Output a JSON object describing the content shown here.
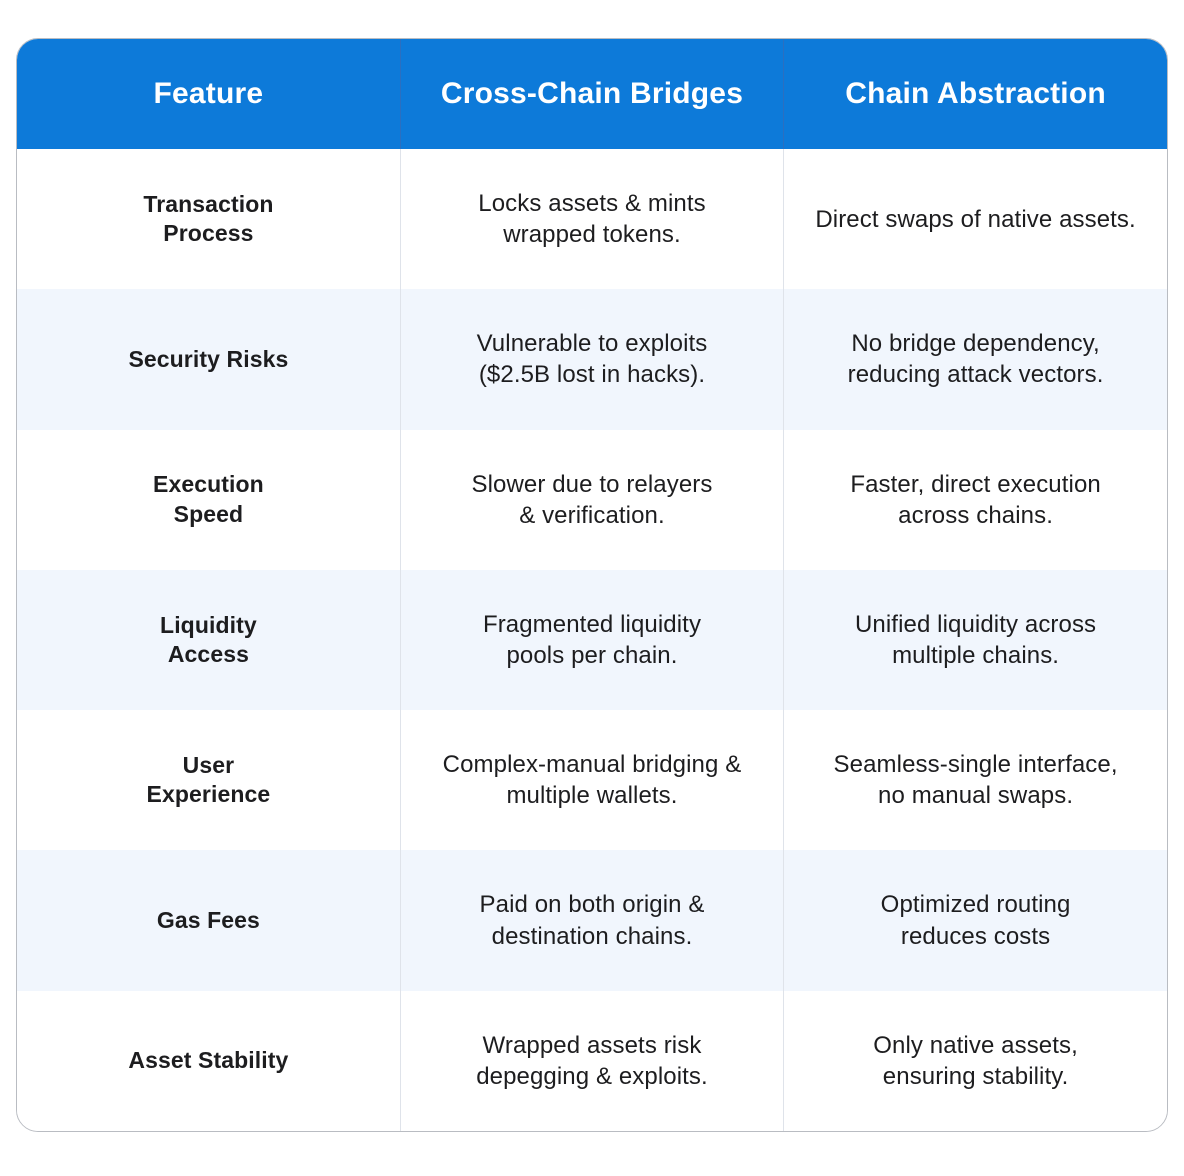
{
  "table": {
    "columns": [
      {
        "key": "feature",
        "label": "Feature"
      },
      {
        "key": "bridges",
        "label": "Cross-Chain Bridges"
      },
      {
        "key": "abstraction",
        "label": "Chain Abstraction"
      }
    ],
    "header": {
      "feature": "Feature",
      "bridges": "Cross-Chain Bridges",
      "abstraction": "Chain Abstraction"
    },
    "colors": {
      "header_background": "#0d7ad9",
      "header_text": "#ffffff",
      "row_background": "#ffffff",
      "row_alt_background": "#f1f6fd",
      "body_text": "#1d1d1f",
      "divider": "#dfe3ea",
      "card_border": "#b9bcc2"
    },
    "rows": [
      {
        "feature": "Transaction\nProcess",
        "bridges": "Locks assets & mints\nwrapped tokens.",
        "abstraction": "Direct swaps of native assets."
      },
      {
        "feature": "Security Risks",
        "bridges": "Vulnerable to exploits\n($2.5B lost in hacks).",
        "abstraction": "No bridge dependency,\nreducing attack vectors."
      },
      {
        "feature": "Execution\nSpeed",
        "bridges": "Slower due to relayers\n& verification.",
        "abstraction": "Faster, direct execution\nacross chains."
      },
      {
        "feature": "Liquidity\nAccess",
        "bridges": "Fragmented liquidity\npools per chain.",
        "abstraction": "Unified liquidity across\nmultiple chains."
      },
      {
        "feature": "User\nExperience",
        "bridges": "Complex-manual bridging &\nmultiple wallets.",
        "abstraction": "Seamless-single interface,\nno manual swaps."
      },
      {
        "feature": "Gas Fees",
        "bridges": "Paid on both origin &\ndestination chains.",
        "abstraction": "Optimized routing\nreduces costs"
      },
      {
        "feature": "Asset Stability",
        "bridges": "Wrapped assets risk\ndepegging & exploits.",
        "abstraction": "Only native assets,\nensuring stability."
      }
    ]
  }
}
